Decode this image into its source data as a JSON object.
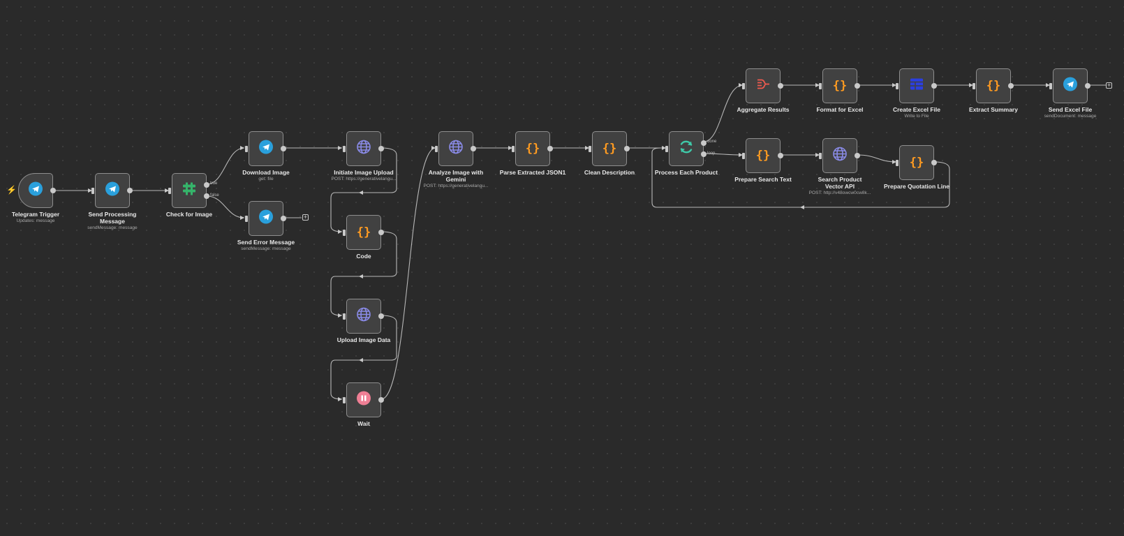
{
  "workflow": {
    "nodes": [
      {
        "id": "telegram_trigger",
        "label": "Telegram Trigger",
        "subtitle": "Updates: message",
        "icon": "telegram-icon"
      },
      {
        "id": "send_processing",
        "label": "Send Processing Message",
        "subtitle": "sendMessage: message",
        "icon": "telegram-icon"
      },
      {
        "id": "check_image",
        "label": "Check for Image",
        "subtitle": "",
        "icon": "if-icon"
      },
      {
        "id": "download_image",
        "label": "Download Image",
        "subtitle": "get: file",
        "icon": "telegram-icon"
      },
      {
        "id": "send_error",
        "label": "Send Error Message",
        "subtitle": "sendMessage: message",
        "icon": "telegram-icon"
      },
      {
        "id": "initiate_upload",
        "label": "Initiate Image Upload",
        "subtitle": "POST: https://generativelangu...",
        "icon": "globe-icon"
      },
      {
        "id": "code",
        "label": "Code",
        "subtitle": "",
        "icon": "code-braces-icon"
      },
      {
        "id": "upload_data",
        "label": "Upload Image Data",
        "subtitle": "",
        "icon": "globe-icon"
      },
      {
        "id": "wait",
        "label": "Wait",
        "subtitle": "",
        "icon": "pause-icon"
      },
      {
        "id": "analyze",
        "label": "Analyze Image with Gemini",
        "subtitle": "POST: https://generativelangu...",
        "icon": "globe-icon"
      },
      {
        "id": "parse_json",
        "label": "Parse Extracted JSON1",
        "subtitle": "",
        "icon": "code-braces-icon"
      },
      {
        "id": "clean_desc",
        "label": "Clean Description",
        "subtitle": "",
        "icon": "code-braces-icon"
      },
      {
        "id": "process_each",
        "label": "Process Each Product",
        "subtitle": "",
        "icon": "loop-icon"
      },
      {
        "id": "aggregate",
        "label": "Aggregate Results",
        "subtitle": "",
        "icon": "aggregate-icon"
      },
      {
        "id": "format_excel",
        "label": "Format for Excel",
        "subtitle": "",
        "icon": "code-braces-icon"
      },
      {
        "id": "create_excel",
        "label": "Create Excel File",
        "subtitle": "Write to File",
        "icon": "spreadsheet-icon"
      },
      {
        "id": "extract_summary",
        "label": "Extract Summary",
        "subtitle": "",
        "icon": "code-braces-icon"
      },
      {
        "id": "send_excel",
        "label": "Send Excel File",
        "subtitle": "sendDocument: message",
        "icon": "telegram-icon"
      },
      {
        "id": "prepare_search",
        "label": "Prepare Search Text",
        "subtitle": "",
        "icon": "code-braces-icon"
      },
      {
        "id": "search_vector",
        "label": "Search Product Vector API",
        "subtitle": "POST: http://v48owcw0cw8k...",
        "icon": "globe-icon"
      },
      {
        "id": "prepare_quote",
        "label": "Prepare Quotation Line",
        "subtitle": "",
        "icon": "code-braces-icon"
      }
    ],
    "branches": {
      "true": "true",
      "false": "false",
      "done": "done",
      "loop": "loop"
    },
    "colors": {
      "canvas": "#2a2a2a",
      "node_bg": "#414141",
      "node_border": "#8e8e8e",
      "wire": "#b8b8b8",
      "telegram": "#2aa0dc",
      "code": "#ff9b21",
      "http": "#8a8be8",
      "if": "#35b46a",
      "loop": "#3fc9a8",
      "aggregate": "#ef5a4e",
      "excel": "#2b3fe0",
      "wait": "#ef7f95",
      "trigger_bolt": "#f0504d"
    }
  }
}
